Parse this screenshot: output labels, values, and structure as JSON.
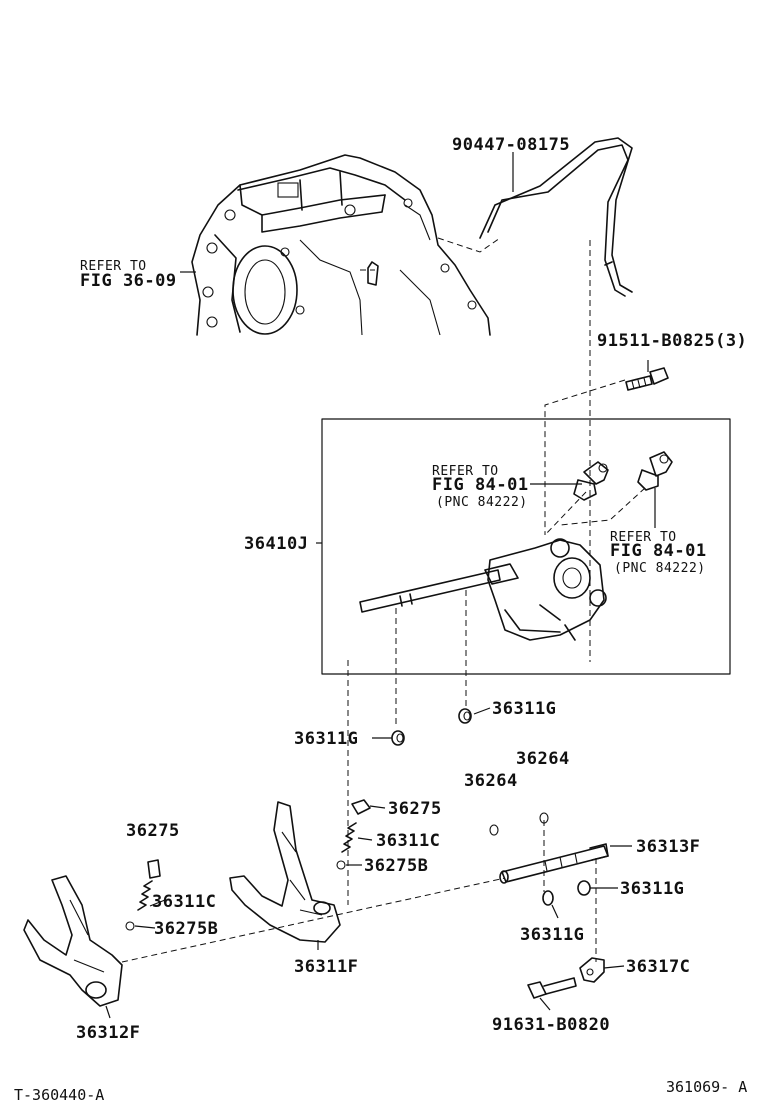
{
  "labels": {
    "pipe": "90447-08175",
    "refer_case_1": "REFER TO",
    "refer_case_2": "FIG 36-09",
    "bolt_top": "91511-B0825(3)",
    "refer_sw1_1": "REFER TO",
    "refer_sw1_2": "FIG 84-01",
    "refer_sw1_3": "(PNC 84222)",
    "refer_sw2_1": "REFER TO",
    "refer_sw2_2": "FIG 84-01",
    "refer_sw2_3": "(PNC 84222)",
    "assembly": "36410J",
    "ring_a": "36311G",
    "ring_b": "36311G",
    "ball_a": "36264",
    "ball_b": "36264",
    "plug_a": "36275",
    "spring_a": "36311C",
    "ball_c": "36275B",
    "shaft": "36313F",
    "ring_c": "36311G",
    "plug_b": "36275",
    "spring_b": "36311C",
    "ball_d": "36275B",
    "fork_a": "36311F",
    "ring_d": "36311G",
    "lock": "36317C",
    "fork_b": "36312F",
    "bolt_bottom": "91631-B0820",
    "ref_code_left": "T-360440-A",
    "ref_code_right": "361069- A"
  }
}
